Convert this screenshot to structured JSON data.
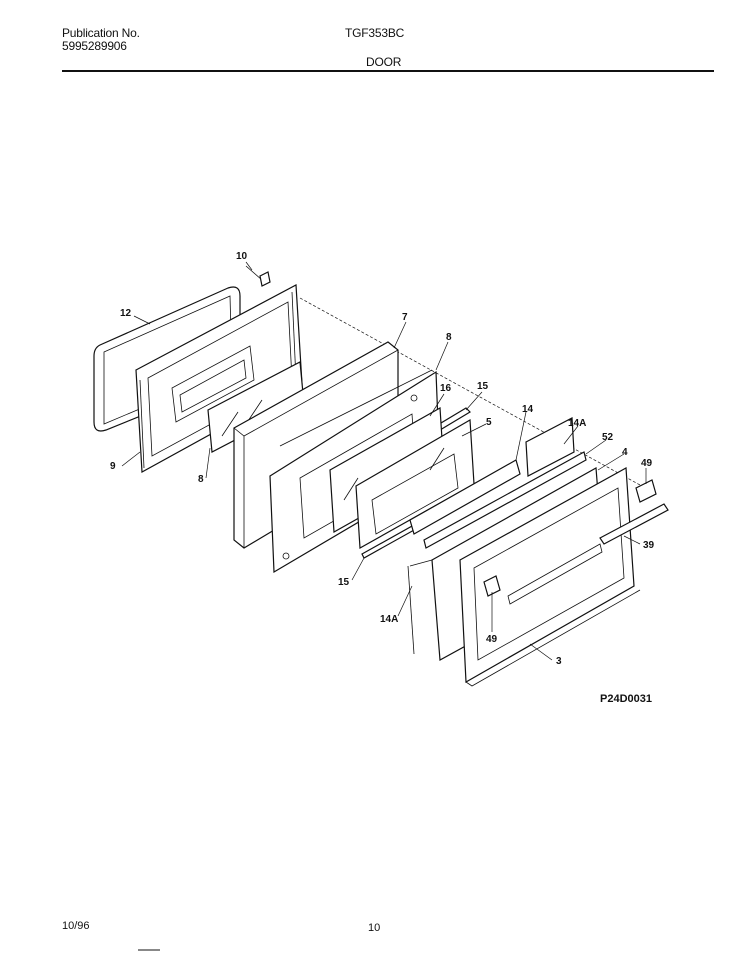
{
  "header": {
    "publication_label": "Publication No.",
    "publication_number": "5995289906",
    "model": "TGF353BC",
    "section": "DOOR"
  },
  "diagram": {
    "drawing_code": "P24D0031",
    "callouts": [
      "10",
      "12",
      "7",
      "8",
      "16",
      "15",
      "5",
      "14",
      "14A",
      "52",
      "4",
      "49",
      "9",
      "8",
      "39",
      "15",
      "14A",
      "49",
      "3"
    ]
  },
  "footer": {
    "date": "10/96",
    "page": "10"
  }
}
